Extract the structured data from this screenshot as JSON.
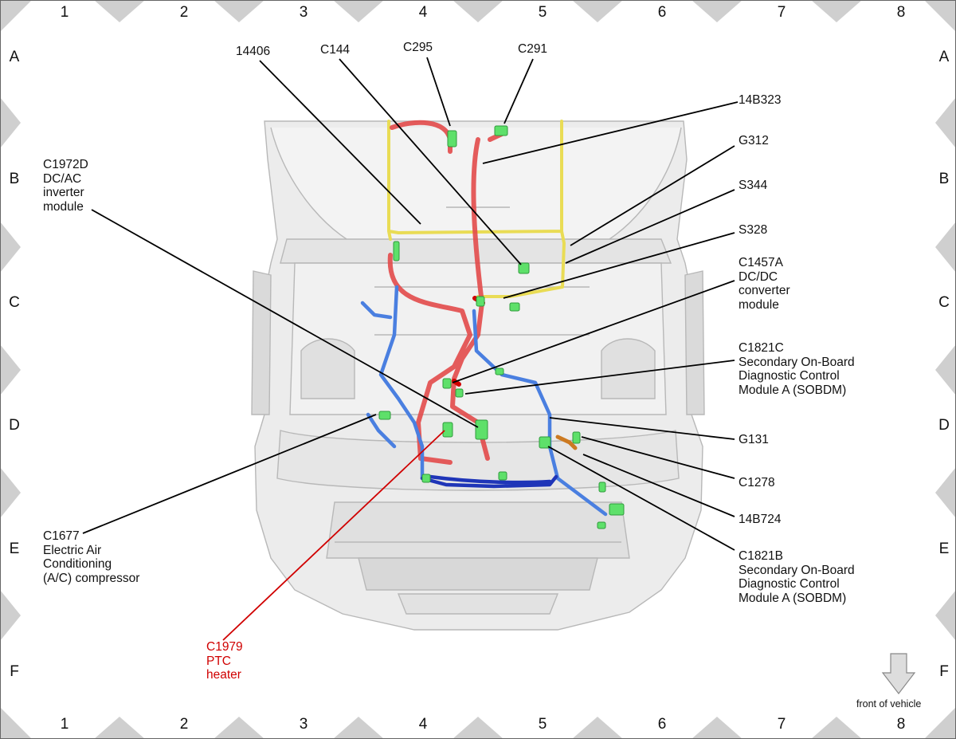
{
  "grid": {
    "columns": [
      "1",
      "2",
      "3",
      "4",
      "5",
      "6",
      "7",
      "8"
    ],
    "rows": [
      "A",
      "B",
      "C",
      "D",
      "E",
      "F"
    ]
  },
  "labels": {
    "l14406": "14406",
    "lC144": "C144",
    "lC295": "C295",
    "lC291": "C291",
    "l14B323": "14B323",
    "lG312": "G312",
    "lS344": "S344",
    "lS328": "S328",
    "lC1457A": "C1457A\nDC/DC\nconverter\nmodule",
    "lC1821C": "C1821C\nSecondary On-Board\nDiagnostic Control\nModule A (SOBDM)",
    "lG131": "G131",
    "lC1278": "C1278",
    "l14B724": "14B724",
    "lC1821B": "C1821B\nSecondary On-Board\nDiagnostic Control\nModule A (SOBDM)",
    "lC1972D": "C1972D\nDC/AC\ninverter\nmodule",
    "lC1677": "C1677\nElectric Air\nConditioning\n(A/C) compressor",
    "lC1979": "C1979\nPTC\nheater"
  },
  "front_label": "front of vehicle",
  "colors": {
    "harness_red": "#e24a4a",
    "harness_blue": "#4a7fe0",
    "harness_navy": "#1f35b8",
    "harness_yellow": "#e9dc55",
    "harness_orange": "#cc7a22",
    "connector_green": "#5ee06a",
    "highlight_red": "#d00000"
  }
}
